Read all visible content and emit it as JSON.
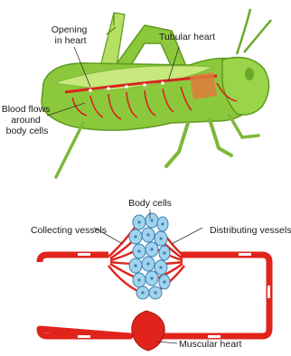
{
  "grasshopper": {
    "labels": {
      "opening": [
        "Opening",
        "in heart"
      ],
      "tubular": "Tubular heart",
      "blood": [
        "Blood flows",
        "around",
        "body cells"
      ]
    },
    "colors": {
      "body": "#8cc83c",
      "body_light": "#c6e87c",
      "outline": "#5e9a1e",
      "vessel": "#d7261e"
    }
  },
  "circulation": {
    "labels": {
      "body_cells": "Body cells",
      "collecting": "Collecting vessels",
      "distributing": "Distributing vessels",
      "heart": "Muscular heart"
    },
    "colors": {
      "vessel": "#e0241c",
      "cell": "#9fd3ee",
      "cell_edge": "#3f7fae"
    }
  }
}
